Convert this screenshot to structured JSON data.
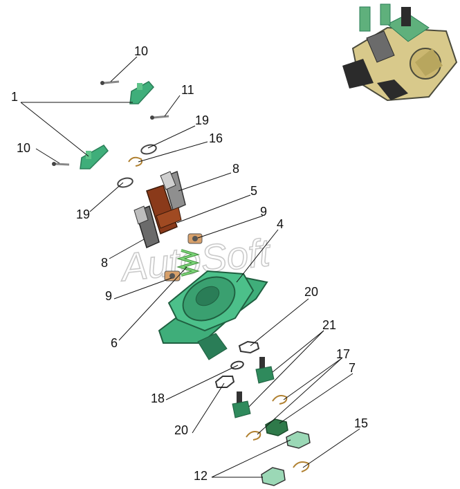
{
  "diagram": {
    "watermark": "AutoSoft",
    "callouts": [
      "1",
      "10",
      "11",
      "19",
      "16",
      "10",
      "8",
      "5",
      "19",
      "9",
      "4",
      "8",
      "9",
      "6",
      "20",
      "21",
      "17",
      "7",
      "18",
      "20",
      "15",
      "12"
    ]
  },
  "colors": {
    "body": "#3fae7a",
    "body_dark": "#2a7d57",
    "spring": "#7dd67a",
    "brown": "#8a3a1a",
    "gray": "#6b6b6b",
    "assembly_tan": "#d8c98b",
    "assembly_dark": "#4b4b3c"
  }
}
